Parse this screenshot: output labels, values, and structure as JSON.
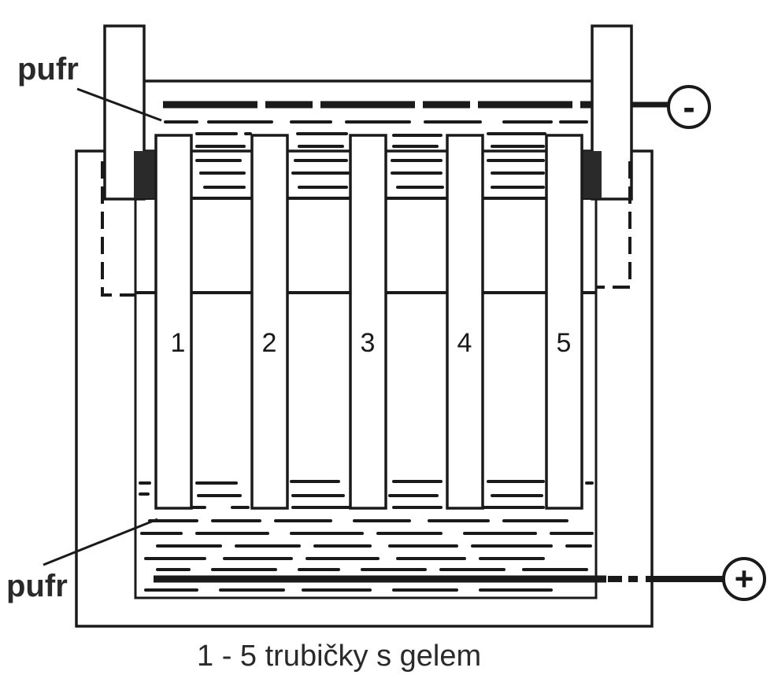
{
  "labels": {
    "buffer_top": "pufr",
    "buffer_bottom": "pufr",
    "caption": "1 - 5  trubičky s gelem"
  },
  "electrodes": {
    "negative": "-",
    "positive": "+"
  },
  "tubes": [
    {
      "number": "1"
    },
    {
      "number": "2"
    },
    {
      "number": "3"
    },
    {
      "number": "4"
    },
    {
      "number": "5"
    }
  ]
}
